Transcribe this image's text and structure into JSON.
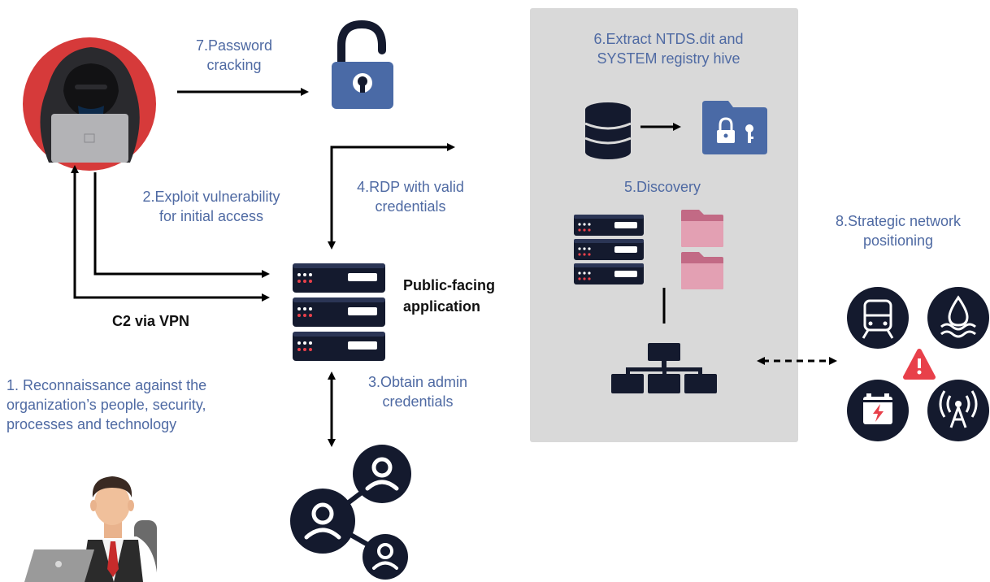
{
  "steps": {
    "recon": "1. Reconnaissance against the organization’s people, security, processes and technology",
    "recon_lines": [
      "1. Reconnaissance against the",
      "organization’s people, security,",
      "processes and technology"
    ],
    "exploit_lines": [
      "2.Exploit vulnerability",
      "for initial access"
    ],
    "admin_creds_lines": [
      "3.Obtain admin",
      "credentials"
    ],
    "rdp_lines": [
      "4.RDP with valid",
      "credentials"
    ],
    "discovery": "5.Discovery",
    "extract_lines": [
      "6.Extract NTDS.dit and",
      "SYSTEM registry hive"
    ],
    "cracking_lines": [
      "7.Password",
      "cracking"
    ],
    "positioning_lines": [
      "8.Strategic network",
      "positioning"
    ]
  },
  "labels": {
    "c2": "C2 via VPN",
    "public_app_lines": [
      "Public-facing",
      "application"
    ]
  },
  "colors": {
    "navy": "#141a2e",
    "step_text": "#4f6aa3",
    "lock_blue": "#4a6aa6",
    "panel_bg": "#d9d9d9",
    "alert_red": "#e8404a",
    "hacker_red": "#d63a3a",
    "folder_pink": "#d68aa0"
  },
  "icons": [
    "hacker-icon",
    "padlock-open-icon",
    "server-icon",
    "users-network-icon",
    "database-icon",
    "locked-folder-icon",
    "folder-icon",
    "org-chart-icon",
    "train-icon",
    "water-icon",
    "battery-icon",
    "antenna-icon",
    "warning-icon",
    "employee-icon"
  ]
}
